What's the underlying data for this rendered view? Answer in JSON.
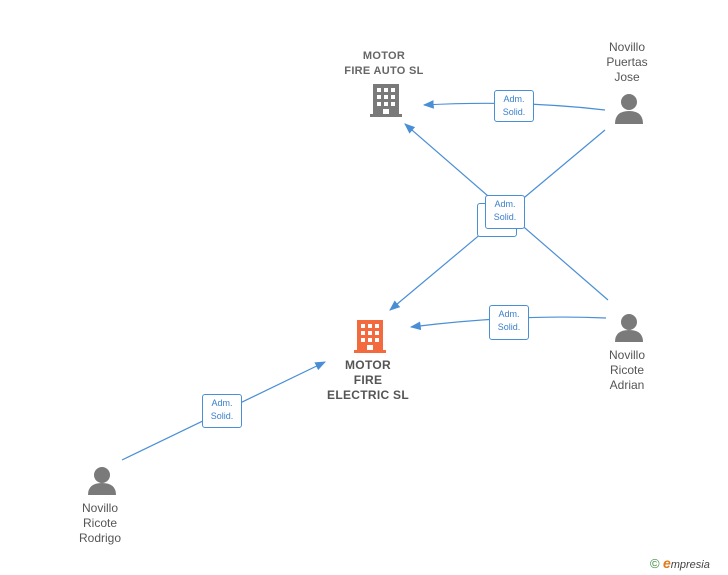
{
  "nodes": {
    "company_auto": {
      "line1": "MOTOR",
      "line2": "FIRE AUTO  SL"
    },
    "company_electric": {
      "line1": "MOTOR",
      "line2": "FIRE",
      "line3": "ELECTRIC  SL"
    },
    "person_jose": {
      "line1": "Novillo",
      "line2": "Puertas",
      "line3": "Jose"
    },
    "person_adrian": {
      "line1": "Novillo",
      "line2": "Ricote",
      "line3": "Adrian"
    },
    "person_rodrigo": {
      "line1": "Novillo",
      "line2": "Ricote",
      "line3": "Rodrigo"
    }
  },
  "relation": {
    "line1": "Adm.",
    "line2": "Solid."
  },
  "footer": {
    "copyright": "©",
    "brand_initial": "e",
    "brand_rest": "mpresia"
  },
  "colors": {
    "edge": "#4a8fd6",
    "company": "#7a7a7a",
    "company_main": "#f26a3d",
    "person": "#7a7a7a"
  }
}
